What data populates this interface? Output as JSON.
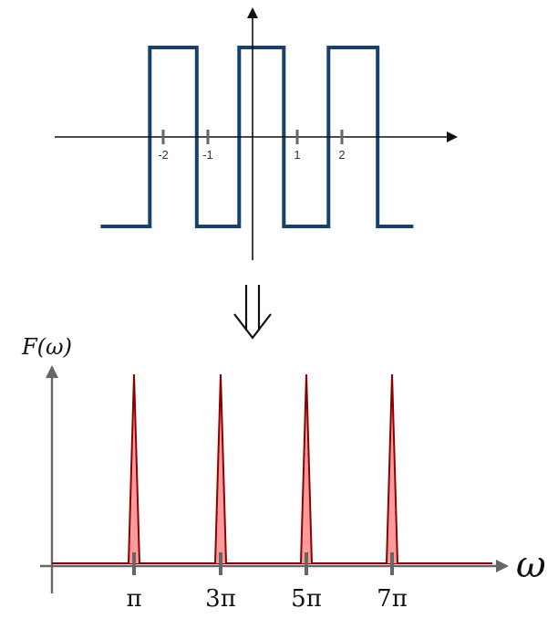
{
  "top_plot": {
    "type": "square-wave",
    "x_tick_labels": [
      "-2",
      "-1",
      "1",
      "2"
    ],
    "x_tick_values": [
      -2,
      -1,
      1,
      2
    ],
    "wave_color": "#17406b",
    "axis_color": "#111111"
  },
  "transform_arrow": {
    "glyph": "⇓",
    "icon": "double-down-arrow-icon"
  },
  "bottom_plot": {
    "y_axis_label": "F(ω)",
    "x_axis_label": "ω",
    "x_tick_labels": [
      "π",
      "3π",
      "5π",
      "7π"
    ],
    "axis_color": "#666666",
    "peak_line_color": "#8b0000",
    "peak_fill_color": "#ff9a9a"
  },
  "chart_data": [
    {
      "type": "line",
      "title": "",
      "xlabel": "",
      "ylabel": "",
      "x": [
        -3.4,
        -2.3,
        -2.3,
        -1.25,
        -1.25,
        -0.3,
        -0.3,
        0.7,
        0.7,
        1.7,
        1.7,
        2.8,
        2.8,
        3.6
      ],
      "y": [
        -1,
        -1,
        1,
        1,
        -1,
        -1,
        1,
        1,
        -1,
        -1,
        1,
        1,
        -1,
        -1
      ],
      "xticks": [
        -2,
        -1,
        1,
        2
      ],
      "ylim": [
        -1,
        1
      ],
      "grid": false
    },
    {
      "type": "area",
      "title": "",
      "xlabel": "ω",
      "ylabel": "F(ω)",
      "xticks": [
        "π",
        "3π",
        "5π",
        "7π"
      ],
      "peaks_at": [
        "π",
        "3π",
        "5π",
        "7π"
      ],
      "baseline": 0,
      "peak_height": 1,
      "grid": false
    }
  ]
}
